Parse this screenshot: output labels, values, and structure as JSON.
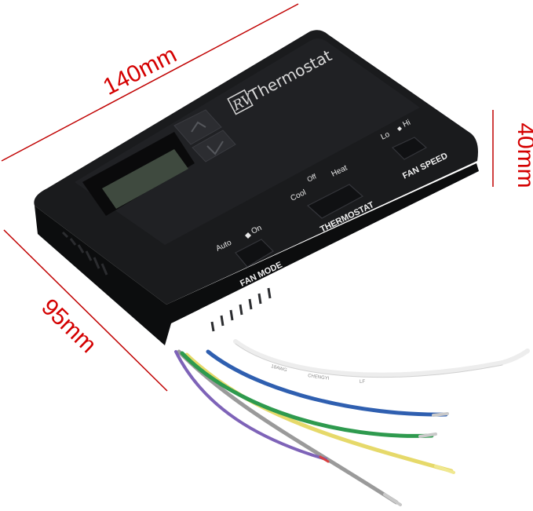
{
  "dimensions": {
    "width_label": "140mm",
    "height_label": "95mm",
    "depth_label": "40mm",
    "line_color": "#c00000",
    "text_color": "#d40000"
  },
  "device": {
    "brand_prefix": "RV",
    "brand_name": "Thermostat",
    "body_color": "#151618",
    "fan_mode": {
      "title": "FAN MODE",
      "left": "Auto",
      "right": "On"
    },
    "thermostat": {
      "title": "THERMOSTAT",
      "top": "Off",
      "left": "Cool",
      "right": "Heat"
    },
    "fan_speed": {
      "title": "FAN SPEED",
      "left": "Lo",
      "right": "Hi"
    }
  },
  "wires": {
    "white_print_1": "18AWG",
    "white_print_2": "CHENGYI",
    "white_print_3": "LF",
    "colors": [
      "#f2f2f2",
      "#2f5fb0",
      "#2e9a4e",
      "#e6d96a",
      "#9a9a9a",
      "#7e63b8"
    ]
  }
}
